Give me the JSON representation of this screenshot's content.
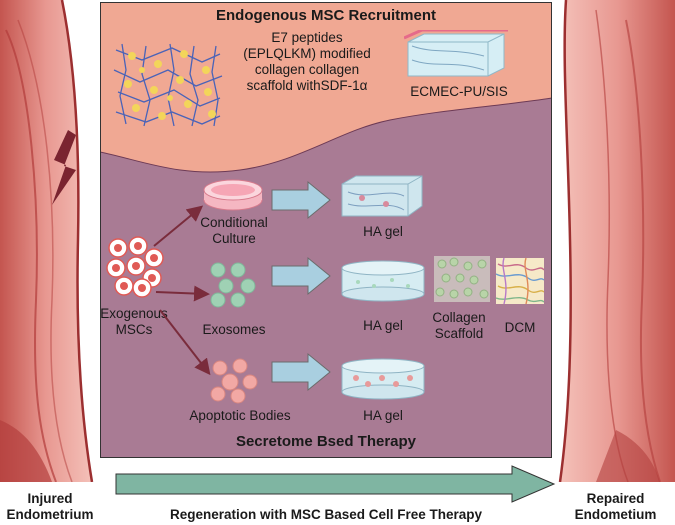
{
  "top": {
    "title": "Endogenous MSC Recruitment",
    "peptide_text": "E7 peptides (EPLQLKM) modified collagen collagen scaffold withSDF-1α",
    "ecmec_label": "ECMEC-PU/SIS"
  },
  "bottom": {
    "title": "Secretome Bsed Therapy",
    "source_label": "Exogenous MSCs",
    "routes": [
      {
        "label": "Conditional Culture",
        "target": "HA gel"
      },
      {
        "label": "Exosomes",
        "target": "HA gel"
      },
      {
        "label": "Apoptotic Bodies",
        "target": "HA gel"
      }
    ],
    "collagen_label": "Collagen Scaffold",
    "dcm_label": "DCM"
  },
  "left_label": "Injured Endometrium",
  "right_label": "Repaired Endometium",
  "footer": "Regeneration with MSC Based Cell Free Therapy",
  "colors": {
    "top_panel": "#f0a893",
    "bottom_panel": "#a97b94",
    "dark_arrow": "#7a2c3c",
    "block_arrow": "#a9cfe0",
    "footer_arrow": "#7fb5a2",
    "tissue": "#d97a74"
  }
}
